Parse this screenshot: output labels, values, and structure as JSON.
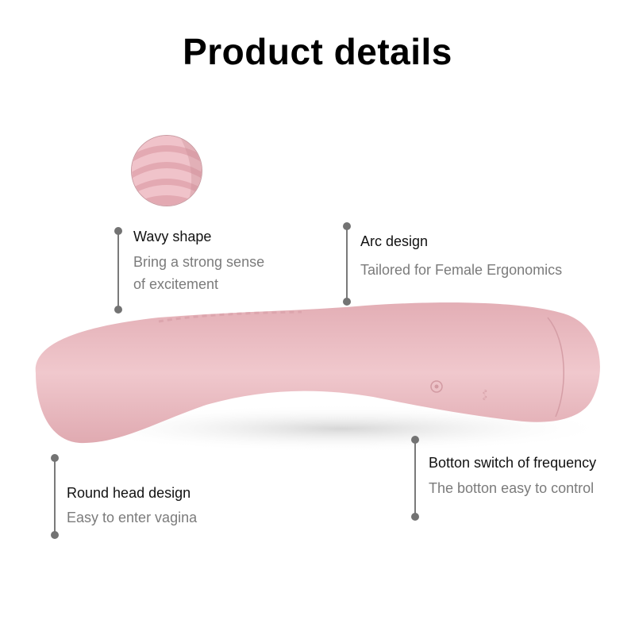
{
  "page": {
    "title": "Product details"
  },
  "callouts": [
    {
      "id": "wavy",
      "heading": "Wavy shape",
      "desc_line1": "Bring a strong sense",
      "desc_line2": "of excitement"
    },
    {
      "id": "arc",
      "heading": "Arc design",
      "desc_line1": "Tailored for Female Ergonomics"
    },
    {
      "id": "button",
      "heading": "Botton switch of frequency",
      "desc_line1": "The botton easy to control"
    },
    {
      "id": "head",
      "heading": "Round head design",
      "desc_line1": "Easy to enter vagina"
    }
  ],
  "colors": {
    "product_pink": "#e8b9bf",
    "accent_gray": "#737373",
    "heading_text": "#111111",
    "desc_text": "#7b7b7b"
  }
}
